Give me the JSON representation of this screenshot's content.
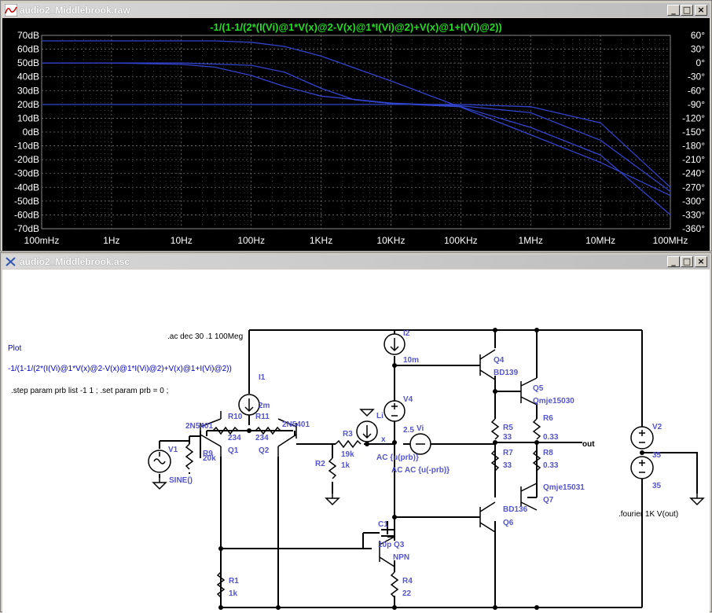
{
  "plot_window": {
    "title": "audio2_Middlebrook.raw",
    "trace_expression": "-1/(1-1/(2*(I(Vi)@1*V(x)@2-V(x)@1*I(Vi)@2)+V(x)@1+I(Vi)@2))",
    "trace_color": "#22dd22",
    "curve_color": "#3344cc"
  },
  "schematic_window": {
    "title": "audio2_Middlebrook.asc",
    "wire_color": "#000000",
    "label_color": "#5555cc"
  },
  "chart_data": {
    "type": "line",
    "title": "-1/(1-1/(2*(I(Vi)@1*V(x)@2-V(x)@1*I(Vi)@2)+V(x)@1+I(Vi)@2))",
    "x_scale": "log",
    "x_ticks": [
      {
        "value": 0.1,
        "label": "100mHz"
      },
      {
        "value": 1,
        "label": "1Hz"
      },
      {
        "value": 10,
        "label": "10Hz"
      },
      {
        "value": 100,
        "label": "100Hz"
      },
      {
        "value": 1000,
        "label": "1KHz"
      },
      {
        "value": 10000,
        "label": "10KHz"
      },
      {
        "value": 100000,
        "label": "100KHz"
      },
      {
        "value": 1000000,
        "label": "1MHz"
      },
      {
        "value": 10000000,
        "label": "10MHz"
      },
      {
        "value": 100000000,
        "label": "100MHz"
      }
    ],
    "y_left_ticks": [
      "70dB",
      "60dB",
      "50dB",
      "40dB",
      "30dB",
      "20dB",
      "10dB",
      "0dB",
      "-10dB",
      "-20dB",
      "-30dB",
      "-40dB",
      "-50dB",
      "-60dB",
      "-70dB"
    ],
    "y_right_ticks": [
      "60°",
      "30°",
      "0°",
      "-30°",
      "-60°",
      "-90°",
      "-120°",
      "-150°",
      "-180°",
      "-210°",
      "-240°",
      "-270°",
      "-300°",
      "-330°",
      "-360°"
    ],
    "ylim_db": [
      -70,
      70
    ],
    "ylim_deg": [
      -360,
      60
    ],
    "grid": true,
    "series": [
      {
        "kind": "magnitude",
        "step": "prb=-1",
        "x": [
          0.1,
          1,
          10,
          30,
          100,
          300,
          1000,
          10000,
          100000,
          1000000,
          10000000,
          100000000
        ],
        "y": [
          66,
          66,
          66,
          66,
          65,
          62,
          55,
          37,
          18,
          -2,
          -22,
          -46
        ]
      },
      {
        "kind": "magnitude",
        "step": "prb=1",
        "x": [
          0.1,
          1,
          10,
          30,
          100,
          300,
          1000,
          10000,
          100000,
          1000000,
          10000000,
          100000000
        ],
        "y": [
          50,
          50,
          49,
          47,
          41,
          33,
          26,
          21,
          19,
          14,
          -6,
          -43
        ]
      },
      {
        "kind": "phase",
        "step": "prb=-1",
        "x": [
          0.1,
          10,
          100,
          1000,
          10000,
          100000,
          1000000,
          10000000,
          100000000
        ],
        "y": [
          -90,
          -90,
          -90,
          -90,
          -90,
          -90,
          -95,
          -130,
          -270
        ]
      },
      {
        "kind": "phase",
        "step": "prb=1",
        "x": [
          0.1,
          10,
          100,
          300,
          1000,
          3000,
          10000,
          100000,
          1000000,
          10000000,
          100000000
        ],
        "y": [
          0,
          0,
          -5,
          -20,
          -55,
          -80,
          -88,
          -95,
          -140,
          -200,
          -330
        ]
      }
    ]
  },
  "schematic": {
    "directives": {
      "ac": ".ac dec 30 .1 100Meg",
      "plot_title": "Plot",
      "plot_expr": "-1/(1-1/(2*(I(Vi)@1*V(x)@2-V(x)@1*I(Vi)@2)+V(x)@1+I(Vi)@2))",
      "step": ".step param prb list -1 1 ; .set param prb = 0  ;",
      "fourier": ".fourier 1K V(out)"
    },
    "labels": {
      "I2": "I2",
      "I2v": "10m",
      "I1": "I1",
      "I1v": "2m",
      "V4": "V4",
      "V4v": "2.5",
      "Q4": "Q4",
      "Q4m": "BD139",
      "Q5": "Q5",
      "Q5m": "Qmje15030",
      "R10": "R10",
      "R10v": "234",
      "R11": "R11",
      "R11v": "234",
      "Q1m": "2N5401",
      "Q1": "Q1",
      "Q2m": "2N5401",
      "Q2": "Q2",
      "R3": "R3",
      "R3v": "19k",
      "R2": "R2",
      "R2v": "1k",
      "x": "x",
      "Vi": "Vi",
      "Li": "Li",
      "acprb": "AC {u(prb)}",
      "acmprb": "AC AC {u(-prb)}",
      "V1": "V1",
      "V1v": "SINE()",
      "R9": "R9",
      "R9v": "20k",
      "R5": "R5",
      "R5v": "33",
      "R7": "R7",
      "R7v": "33",
      "R6": "R6",
      "R6v": "0.33",
      "R8": "R8",
      "R8v": "0.33",
      "out": "out",
      "V2": "V2",
      "V2v": "35",
      "V3v": "35",
      "Q7m": "Qmje15031",
      "Q7": "Q7",
      "Q6m": "BD136",
      "Q6": "Q6",
      "C1": "C1",
      "C1v": "10p",
      "Q3": "Q3",
      "Q3m": "NPN",
      "R1": "R1",
      "R1v": "1k",
      "R4": "R4",
      "R4v": "22"
    }
  }
}
